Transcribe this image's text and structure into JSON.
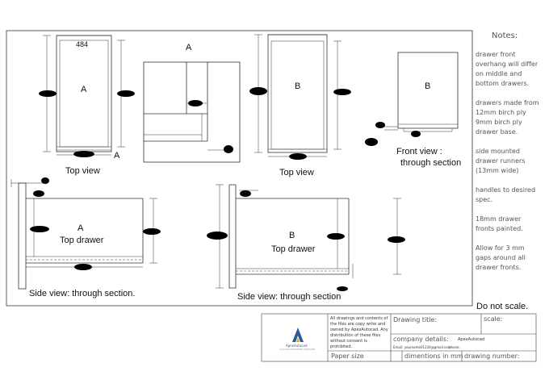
{
  "views": {
    "top_view_a": {
      "label": "Top view",
      "letter": "A",
      "dim_top": "484",
      "dim_bottom_letter": "A"
    },
    "detail_a": {
      "letter": "A"
    },
    "top_view_b": {
      "label": "Top view",
      "letter": "B"
    },
    "front_view_b": {
      "label_line1": "Front view :",
      "label_line2": "through section",
      "letter": "B"
    },
    "side_view_a": {
      "letter": "A",
      "title": "Top drawer",
      "label": "Side view: through section."
    },
    "side_view_b": {
      "letter": "B",
      "title": "Top drawer",
      "label": "Side view: through section"
    }
  },
  "notes": {
    "title": "Notes:",
    "items": [
      "drawer front overhang will differ on middle and bottom drawers.",
      "drawers made from 12mm birch ply 9mm birch ply drawer base.",
      "side mounted drawer runners (13mm wide)",
      "handles to desired spec.",
      "18mm drawer fronts painted.",
      "Allow for 3 mm gaps around all drawer fronts."
    ]
  },
  "do_not_scale": "Do not scale.",
  "title_block": {
    "copyright": "All drawings and contents of the files are copy write and owned by ApexAutocad. Any distribution of these files without consent is prohibited.",
    "drawing_title_label": "Drawing title:",
    "scale_label": "scale:",
    "company_label": "company details:",
    "company_name": "ApexAutocad",
    "email_line": "Email: yourname01234@gmail.com",
    "phone_label": "phone:",
    "paper_size_label": "Paper size",
    "dimensions_label": "dimentions in mm",
    "drawing_number_label": "drawing number:",
    "logo_name": "ApexAutocad",
    "logo_tagline": "AutoCAD DRAWING SERVICES"
  },
  "colors": {
    "line": "#333333",
    "thin": "#777777",
    "redaction": "#000000",
    "logo_blue": "#2a5a9a",
    "logo_gold": "#d9a521"
  }
}
